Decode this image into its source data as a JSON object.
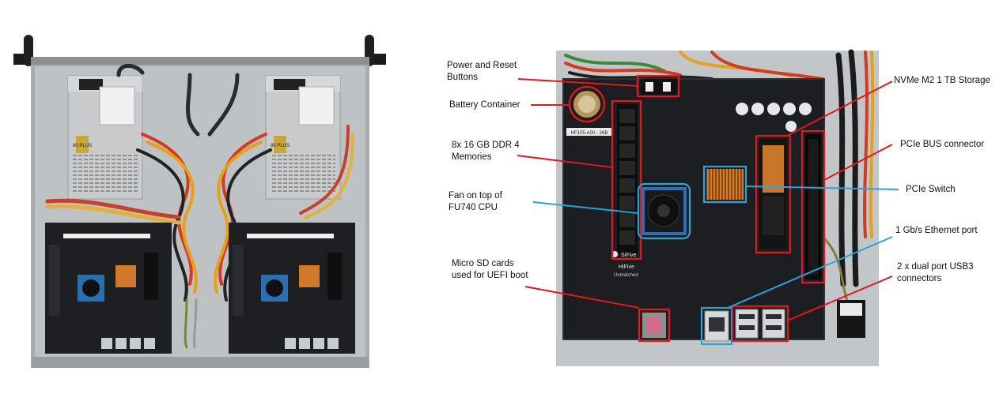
{
  "labels": {
    "power_reset": [
      "Power and Reset",
      "Buttons"
    ],
    "battery": [
      "Battery Container"
    ],
    "ddr": [
      "8x 16 GB DDR 4",
      "Memories"
    ],
    "fan": [
      "Fan on top of",
      "FU740 CPU"
    ],
    "microsd": [
      "Micro SD cards",
      "used for UEFI boot"
    ],
    "nvme": [
      "NVMe M2 1 TB Storage"
    ],
    "pcie_bus": [
      "PCIe BUS connector"
    ],
    "pcie_switch": [
      "PCIe Switch"
    ],
    "ethernet": [
      "1 Gb/s Ethernet port"
    ],
    "usb3": [
      "2 x dual port USB3",
      "connectors"
    ]
  },
  "board_silkscreen": {
    "model": "HF105-A00 - 26B",
    "brand": "SiFive",
    "board_name": "HiFive",
    "board_sub": "Unmatched"
  },
  "psu_badge": "80 PLUS",
  "colors": {
    "callout_red": "#e0191e",
    "callout_blue": "#29a3dc",
    "pcb": "#1c1e21",
    "chassis": "#b9bcbf"
  },
  "icons": [
    "fan-icon",
    "battery-icon",
    "ethernet-port-icon",
    "usb-port-icon"
  ]
}
